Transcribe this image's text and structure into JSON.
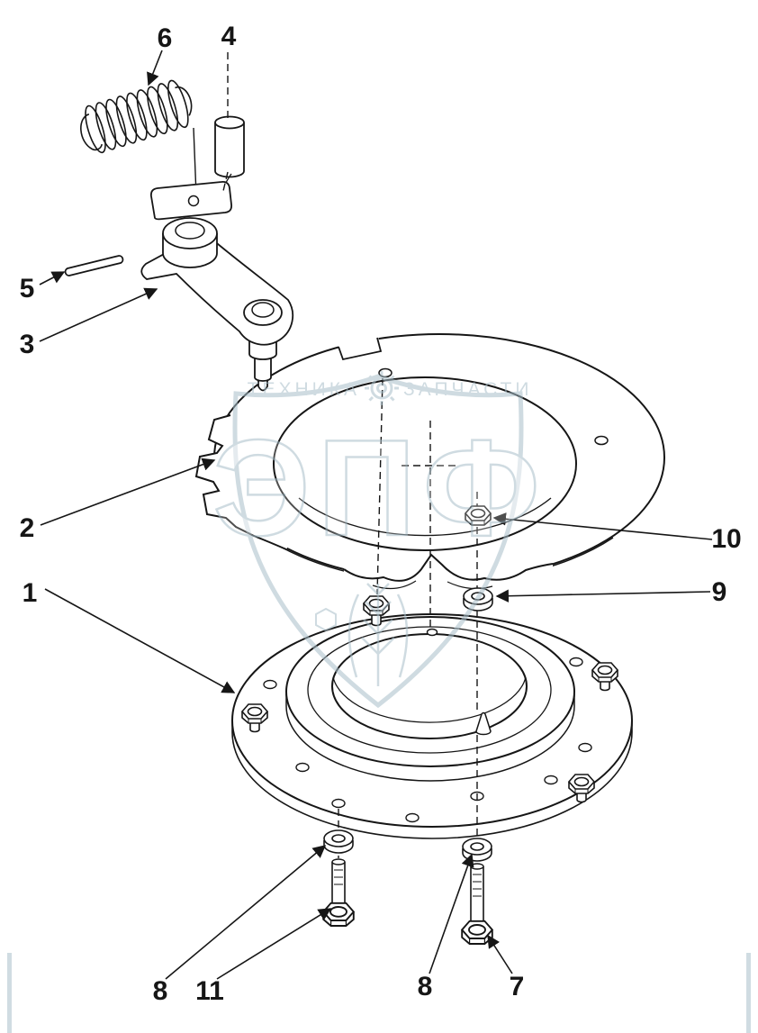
{
  "fig": {
    "callouts": {
      "c1": "1",
      "c2": "2",
      "c3": "3",
      "c4": "4",
      "c5": "5",
      "c6": "6",
      "c7": "7",
      "c8a": "8",
      "c8b": "8",
      "c9": "9",
      "c10": "10",
      "c11": "11"
    },
    "watermark": {
      "left": "ТЕХНИКА",
      "right": "ЗАПЧАСТИ",
      "big": "ЭПФ",
      "color": "#a9bfca"
    },
    "line_color": "#161616"
  }
}
